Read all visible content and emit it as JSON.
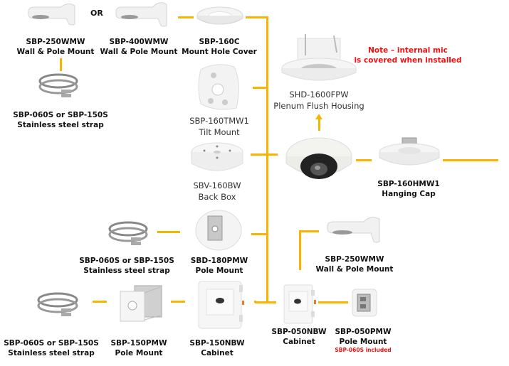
{
  "diagram": {
    "accent_color": "#f7b500",
    "or_label": "OR",
    "note": {
      "line1": "Note – internal mic",
      "line2": "is covered when installed",
      "color": "#ee1111"
    },
    "products": [
      {
        "id": "sbp-250wmw-top",
        "model": "SBP-250WMW",
        "desc": "Wall & Pole Mount",
        "icon": "wall-mount"
      },
      {
        "id": "sbp-400wmw",
        "model": "SBP-400WMW",
        "desc": "Wall & Pole Mount",
        "icon": "wall-mount"
      },
      {
        "id": "sbp-160c",
        "model": "SBP-160C",
        "desc": "Mount Hole Cover",
        "icon": "ring-cover"
      },
      {
        "id": "strap-top",
        "model": "SBP-060S or SBP-150S",
        "desc": "Stainless steel strap",
        "icon": "steel-strap"
      },
      {
        "id": "shd-1600fpw",
        "model": "SHD-1600FPW",
        "desc": "Plenum Flush Housing",
        "icon": "flush-housing"
      },
      {
        "id": "sbp-160tmw1",
        "model": "SBP-160TMW1",
        "desc": "Tilt Mount",
        "icon": "tilt-mount"
      },
      {
        "id": "sbv-160bw",
        "model": "SBV-160BW",
        "desc": "Back Box",
        "icon": "back-box"
      },
      {
        "id": "camera",
        "model": "",
        "desc": "",
        "icon": "fisheye-camera"
      },
      {
        "id": "sbp-160hmw1",
        "model": "SBP-160HMW1",
        "desc": "Hanging Cap",
        "icon": "hanging-cap"
      },
      {
        "id": "strap-mid",
        "model": "SBP-060S or SBP-150S",
        "desc": "Stainless steel strap",
        "icon": "steel-strap"
      },
      {
        "id": "sbd-180pmw",
        "model": "SBD-180PMW",
        "desc": "Pole Mount",
        "icon": "pole-mount-round"
      },
      {
        "id": "sbp-250wmw-mid",
        "model": "SBP-250WMW",
        "desc": "Wall & Pole Mount",
        "icon": "wall-mount"
      },
      {
        "id": "strap-bottom",
        "model": "SBP-060S or SBP-150S",
        "desc": "Stainless steel strap",
        "icon": "steel-strap"
      },
      {
        "id": "sbp-150pmw",
        "model": "SBP-150PMW",
        "desc": "Pole Mount",
        "icon": "pole-mount-box"
      },
      {
        "id": "sbp-150nbw",
        "model": "SBP-150NBW",
        "desc": "Cabinet",
        "icon": "cabinet"
      },
      {
        "id": "sbp-050nbw",
        "model": "SBP-050NBW",
        "desc": "Cabinet",
        "icon": "cabinet"
      },
      {
        "id": "sbp-050pmw",
        "model": "SBP-050PMW",
        "desc": "Pole Mount",
        "extra": "SBP-060S included",
        "icon": "pole-mount-small"
      }
    ]
  }
}
